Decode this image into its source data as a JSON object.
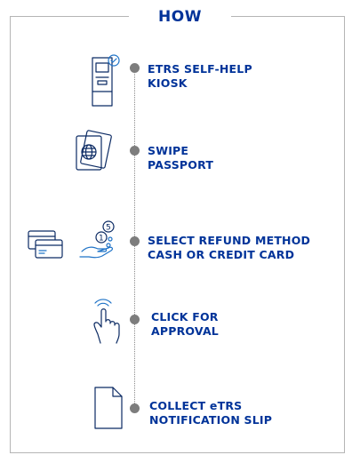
{
  "header": {
    "title": "HOW"
  },
  "steps": [
    {
      "line1": "ETRS SELF-HELP",
      "line2": "KIOSK",
      "icon": "kiosk-icon"
    },
    {
      "line1": "SWIPE",
      "line2": "PASSPORT",
      "icon": "passport-icon"
    },
    {
      "line1": "SELECT REFUND METHOD",
      "line2": "CASH OR CREDIT CARD",
      "icon": "credit-card-icon"
    },
    {
      "line1": "CLICK FOR",
      "line2": "APPROVAL",
      "icon": "tap-finger-icon"
    },
    {
      "line1": "COLLECT eTRS",
      "line2": "NOTIFICATION SLIP",
      "icon": "document-icon"
    }
  ],
  "colors": {
    "accent": "#003399",
    "line": "#b5b5b5",
    "dot": "#7d7d7d"
  }
}
